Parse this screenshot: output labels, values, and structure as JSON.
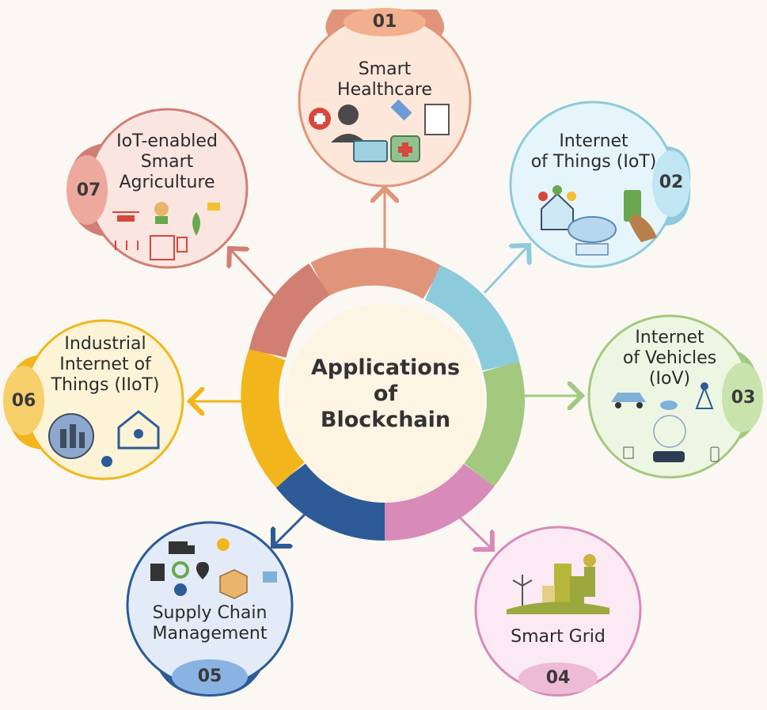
{
  "center": {
    "line1": "Applications",
    "line2": "of",
    "line3": "Blockchain"
  },
  "nodes": [
    {
      "num": "01",
      "title": [
        "Smart",
        "Healthcare"
      ]
    },
    {
      "num": "02",
      "title": [
        "Internet",
        "of Things (IoT)"
      ]
    },
    {
      "num": "03",
      "title": [
        "Internet",
        "of Vehicles",
        "(IoV)"
      ]
    },
    {
      "num": "04",
      "title": [
        "Smart Grid"
      ]
    },
    {
      "num": "05",
      "title": [
        "Supply Chain",
        "Management"
      ]
    },
    {
      "num": "06",
      "title": [
        "Industrial",
        "Internet of",
        "Things (IIoT)"
      ]
    },
    {
      "num": "07",
      "title": [
        "IoT-enabled",
        "Smart",
        "Agriculture"
      ]
    }
  ],
  "colors": {
    "healthcare": "#e0957a",
    "iot": "#8ccbdc",
    "iov": "#a3c97f",
    "grid": "#d88ab9",
    "supply": "#2d5b97",
    "iiot": "#f2b61c",
    "agri": "#d17f73"
  },
  "icons": {
    "healthcare": [
      "doctor-icon",
      "first-aid-kit-icon",
      "bandage-icon",
      "clipboard-icon",
      "insurance-card-icon"
    ],
    "iot": [
      "smart-home-icon",
      "cloud-network-icon",
      "hand-phone-icon"
    ],
    "iov": [
      "car-icon",
      "cloud-icon",
      "antenna-tower-icon"
    ],
    "grid": [
      "wind-turbine-icon",
      "solar-building-icon",
      "worker-icon"
    ],
    "supply": [
      "truck-icon",
      "factory-icon",
      "gear-icon",
      "location-pin-icon",
      "team-icon",
      "box-icon"
    ],
    "iiot": [
      "city-icon",
      "smart-factory-icon",
      "sensor-hub-icon"
    ],
    "agri": [
      "drone-icon",
      "farmer-icon",
      "plant-sensor-icon",
      "irrigation-icon"
    ]
  }
}
